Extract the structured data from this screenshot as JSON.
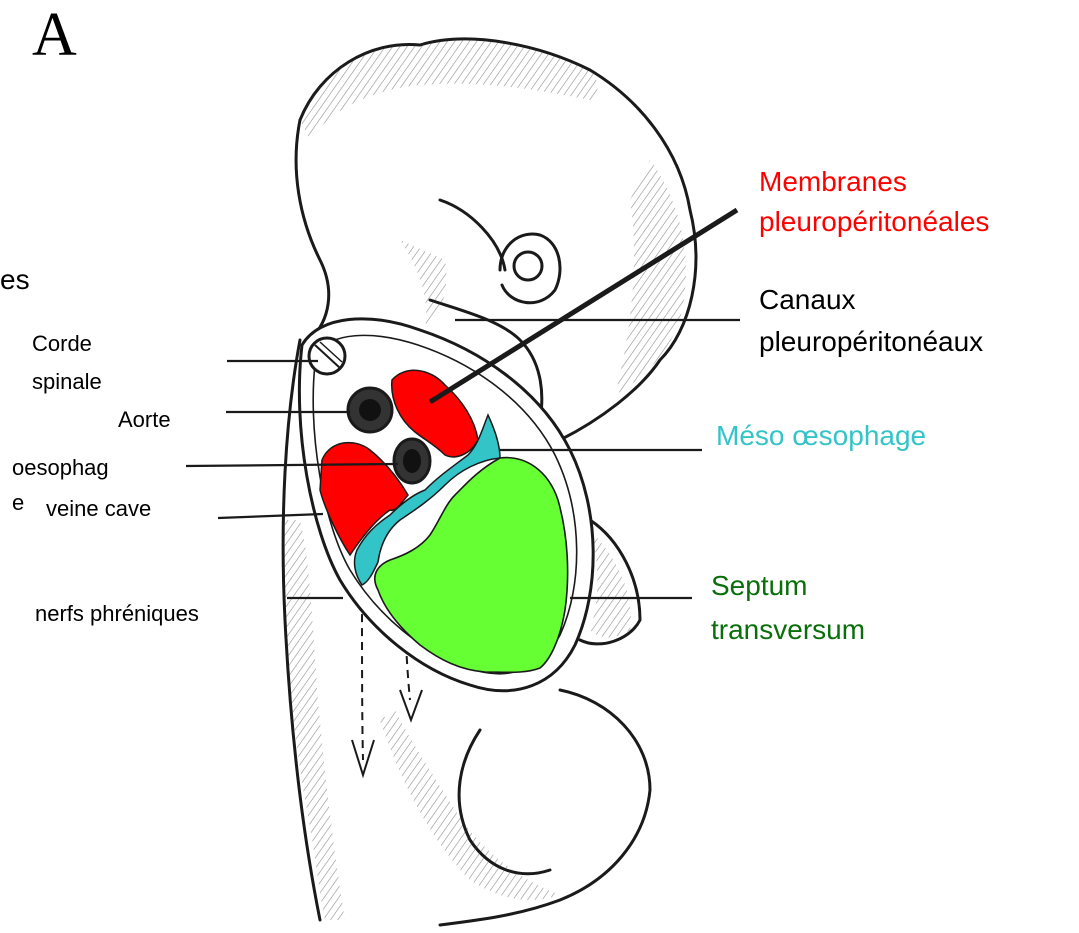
{
  "figure": {
    "panel_letter": "A",
    "fragment_text": "es"
  },
  "labels": {
    "corde_line1": "Corde",
    "corde_line2": "spinale",
    "aorte": "Aorte",
    "oesophage_line1": "oesophag",
    "oesophage_line2": "e",
    "veine_cave": "veine cave",
    "nerfs": "nerfs phréniques",
    "membranes_line1": "Membranes",
    "membranes_line2": "pleuropéritonéales",
    "canaux_line1": "Canaux",
    "canaux_line2": "pleuropéritonéaux",
    "meso": "Méso œsophage",
    "septum_line1": "Septum",
    "septum_line2": "transversum"
  },
  "colors": {
    "membranes": "#ff0000",
    "meso_oesophage": "#33c4c8",
    "septum_transversum": "#66ff33",
    "outline": "#1a1a1a",
    "label_membranes": "#ff0000",
    "label_meso": "#33c4c8",
    "label_septum": "#0a6e0a",
    "label_default": "#000000"
  }
}
